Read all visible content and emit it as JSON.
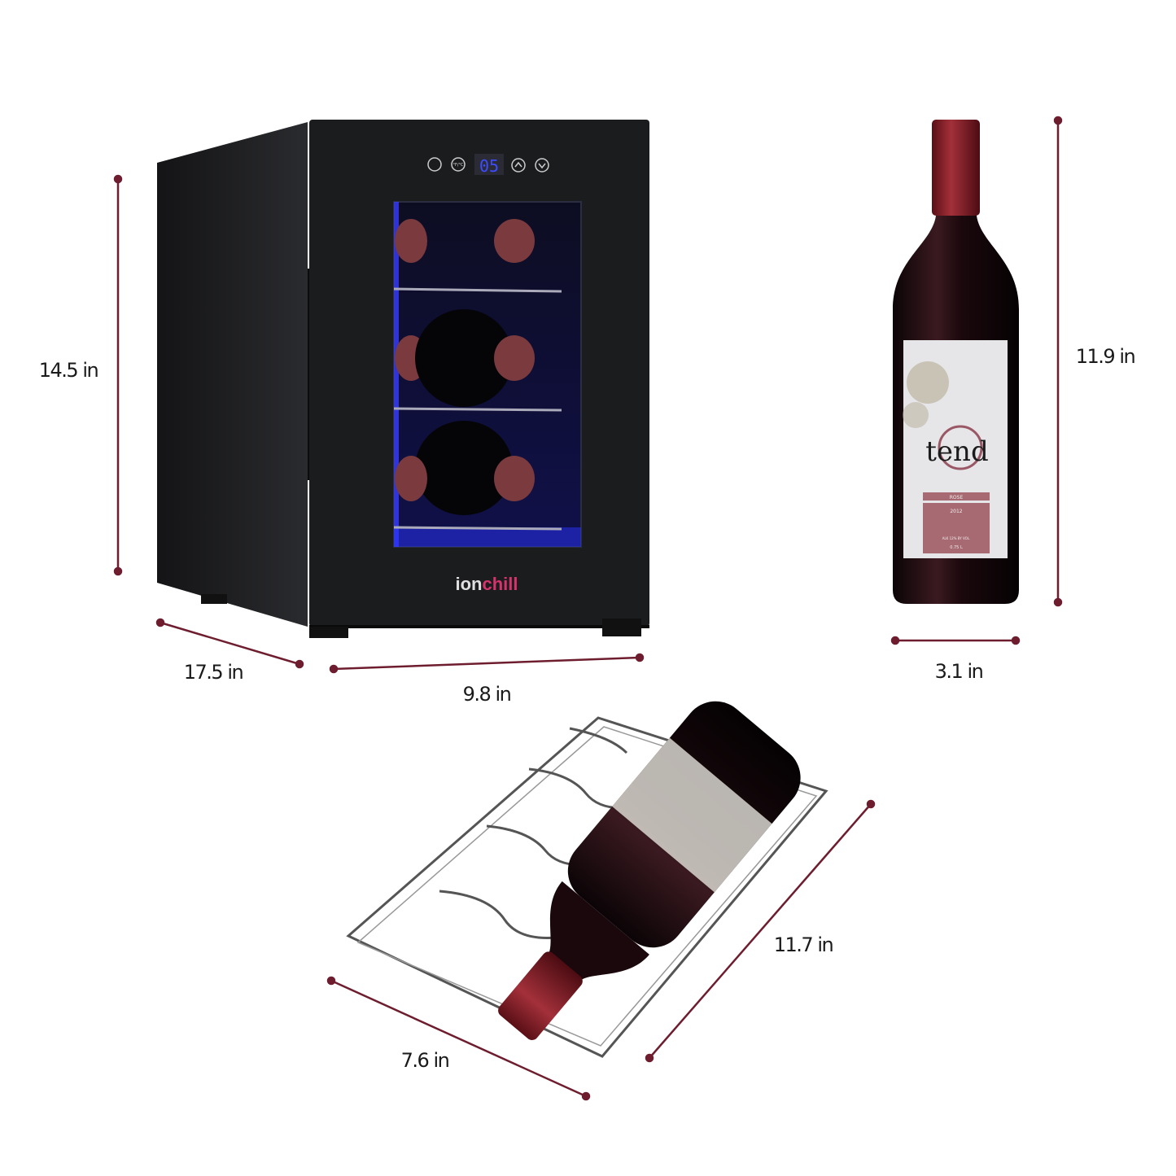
{
  "colors": {
    "dimension_line": "#6e1d2e",
    "fridge_body": "#1b1c1e",
    "led_blue": "#2a3cff",
    "bottle_glass": "#1a0c10",
    "cap": "#8e1e28",
    "label_band": "#a86a72"
  },
  "dimensions": {
    "fridge_height": "14.5 in",
    "fridge_depth": "17.5 in",
    "fridge_width": "9.8 in",
    "bottle_height": "11.9 in",
    "bottle_diameter": "3.1 in",
    "rack_width": "7.6 in",
    "rack_depth": "11.7 in"
  },
  "fridge": {
    "brand_prefix": "ion",
    "brand_suffix": "chill",
    "display_value": "05",
    "control_icons": [
      "light-icon",
      "unit-toggle-icon",
      "arrow-up-icon",
      "arrow-down-icon"
    ],
    "unit_toggle_text": "°F/°C"
  },
  "bottle_label": {
    "brand": "tend",
    "variety": "ROSE",
    "year": "2012",
    "alcohol": "ALK 12% BY VOL.",
    "volume": "0.75 L"
  }
}
